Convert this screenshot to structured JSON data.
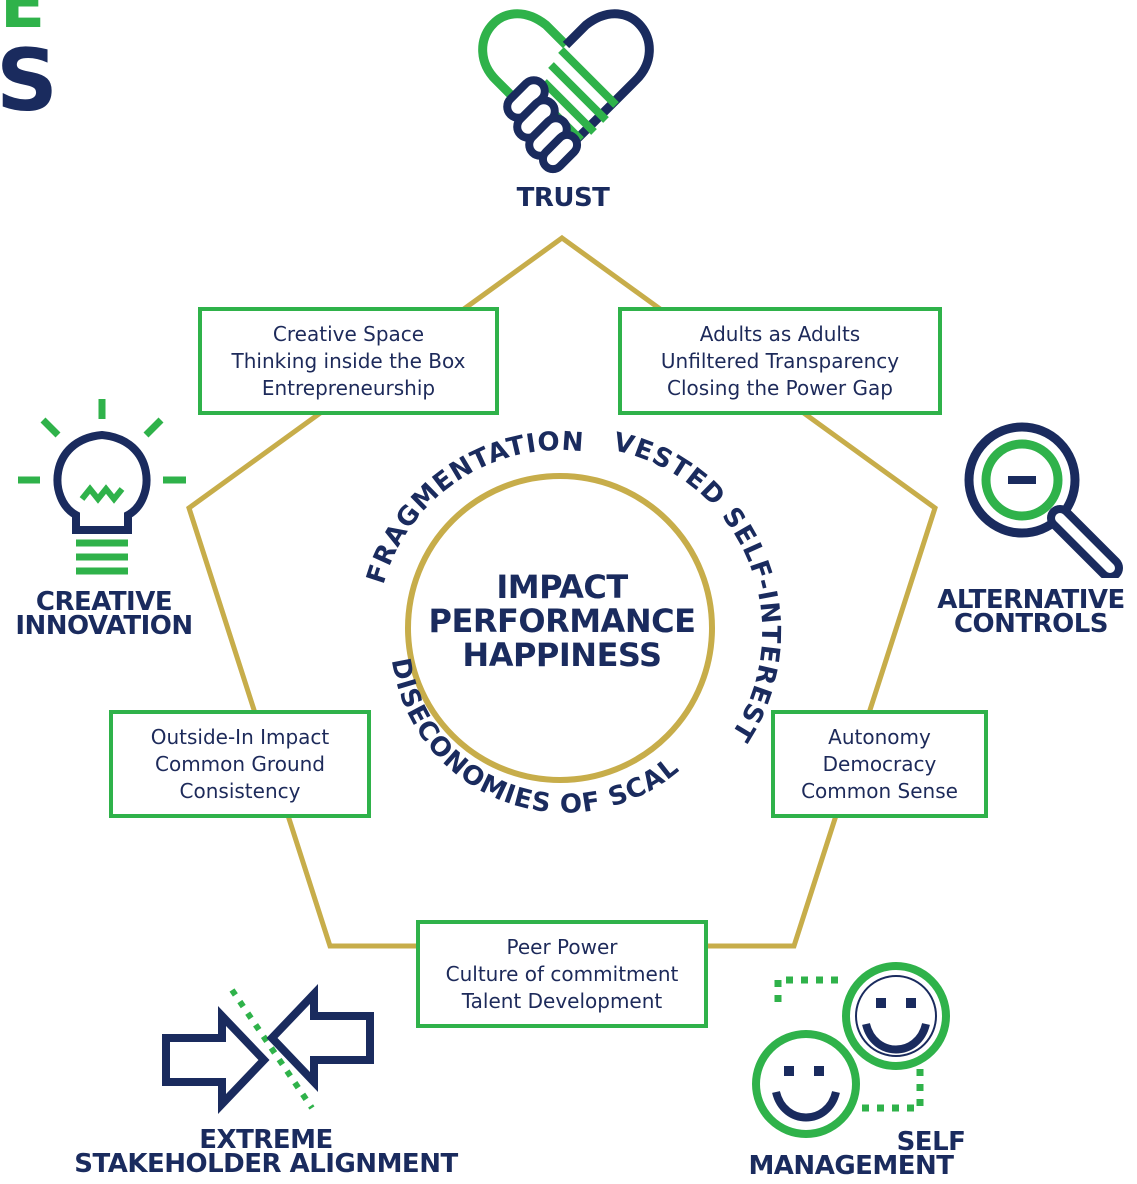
{
  "corner_text": {
    "line1": "E",
    "line2": "S"
  },
  "center": {
    "lines": [
      "IMPACT",
      "PERFORMANCE",
      "HAPPINESS"
    ]
  },
  "ring_words": [
    "FRAGMENTATION",
    "VESTED SELF-INTEREST",
    "DISECONOMIES OF SCAL"
  ],
  "pillars": {
    "trust": {
      "label": "TRUST",
      "icon": "handshake-heart-icon"
    },
    "creative_innovation": {
      "label_lines": [
        "CREATIVE",
        "INNOVATION"
      ],
      "icon": "lightbulb-icon"
    },
    "alternative_controls": {
      "label_lines": [
        "ALTERNATIVE",
        "CONTROLS"
      ],
      "icon": "magnifier-icon"
    },
    "extreme_stakeholder_alignment": {
      "label_lines": [
        "EXTREME",
        "STAKEHOLDER ALIGNMENT"
      ],
      "icon": "converging-arrows-icon"
    },
    "self_management": {
      "label_lines": [
        "SELF",
        "MANAGEMENT"
      ],
      "icon": "smiley-faces-icon"
    }
  },
  "boxes": {
    "top_left": [
      "Creative Space",
      "Thinking inside the Box",
      "Entrepreneurship"
    ],
    "top_right": [
      "Adults as Adults",
      "Unfiltered Transparency",
      "Closing the Power Gap"
    ],
    "mid_left": [
      "Outside-In Impact",
      "Common Ground",
      "Consistency"
    ],
    "mid_right": [
      "Autonomy",
      "Democracy",
      "Common Sense"
    ],
    "bottom": [
      "Peer Power",
      "Culture of commitment",
      "Talent Development"
    ]
  },
  "colors": {
    "navy": "#1a2b5e",
    "green": "#2fb24a",
    "gold": "#c7ad4a"
  }
}
